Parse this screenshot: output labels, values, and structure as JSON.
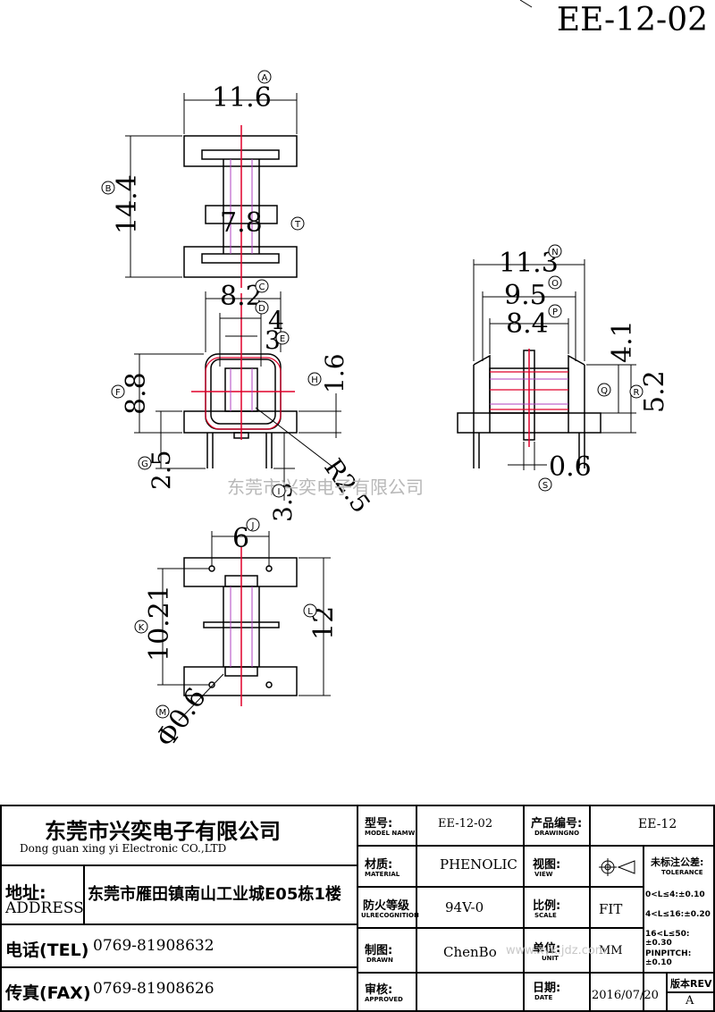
{
  "part_number": "EE-12-02",
  "watermark": "东莞市兴奕电子有限公司",
  "website": "www.xyk.jdz.com",
  "dimensions": {
    "A": "11.6",
    "B": "14.4",
    "T": "7.8",
    "C": "8.2",
    "D": "4",
    "E": "3",
    "F": "8.8",
    "H": "1.6",
    "G": "2.5",
    "I": "3.3",
    "R": "R2.5",
    "N": "11.3",
    "O": "9.5",
    "P": "8.4",
    "top_right": "4.1",
    "Q": "5.2",
    "S": "0.6",
    "J": "6",
    "K": "10.21",
    "L": "12",
    "M": "Φ0.6"
  },
  "markers": [
    "A",
    "B",
    "T",
    "C",
    "D",
    "E",
    "F",
    "H",
    "G",
    "I",
    "N",
    "O",
    "P",
    "Q",
    "R",
    "S",
    "J",
    "K",
    "L",
    "M"
  ],
  "title_block": {
    "company_cn": "东莞市兴奕电子有限公司",
    "company_en": "Dong guan xing yi Electronic CO.,LTD",
    "address_label_cn": "地址:",
    "address_label_en": "ADDRESS",
    "address_value": "东莞市雁田镇南山工业城E05栋1楼",
    "tel_label": "电话(TEL)",
    "tel_value": "0769-81908632",
    "fax_label": "传真(FAX)",
    "fax_value": "0769-81908626",
    "model_label_cn": "型号:",
    "model_label_en": "MODEL NAMW",
    "model_value": "EE-12-02",
    "material_label_cn": "材质:",
    "material_label_en": "MATERIAL",
    "material_value": "PHENOLIC",
    "fire_label_cn": "防火等级",
    "fire_label_en": "ULRECOGNITION",
    "fire_value": "94V-0",
    "drawn_label_cn": "制图:",
    "drawn_label_en": "DRAWN",
    "drawn_value": "ChenBo",
    "approved_label_cn": "审核:",
    "approved_label_en": "APPROVED",
    "drawingno_label_cn": "产品编号:",
    "drawingno_label_en": "DRAWINGNO",
    "drawingno_value": "EE-12",
    "view_label_cn": "视图:",
    "view_label_en": "VIEW",
    "scale_label_cn": "比例:",
    "scale_label_en": "SCALE",
    "scale_value": "FIT",
    "unit_label_cn": "单位:",
    "unit_label_en": "UNIT",
    "unit_value": "MM",
    "date_label_cn": "日期:",
    "date_label_en": "DATE",
    "date_value": "2016/07/20",
    "tolerance_label_cn": "未标注公差:",
    "tolerance_label_en": "TOLERANCE",
    "tolerances": [
      "0<L≤4:±0.10",
      "4<L≤16:±0.20",
      "16<L≤50:±0.30",
      "PINPITCH:±0.10"
    ],
    "rev_label": "版本REV",
    "rev_value": "A"
  },
  "colors": {
    "center_line": "#e0002a",
    "winding": "#b040c0",
    "line": "#000000"
  }
}
